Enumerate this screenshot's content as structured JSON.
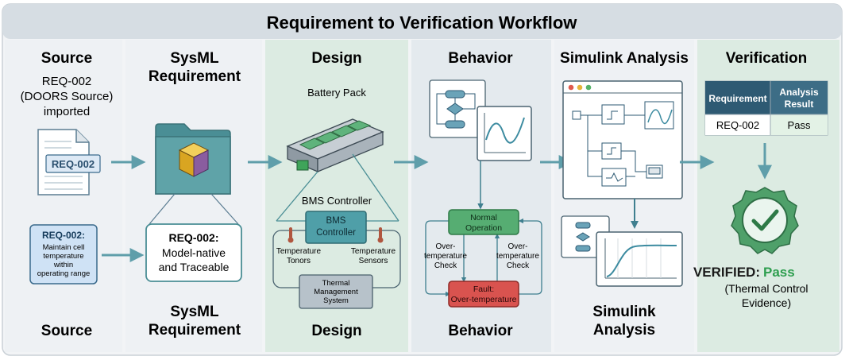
{
  "title": "Requirement to Verification Workflow",
  "columns": {
    "source": {
      "heading": "Source",
      "footer": "Source",
      "doors_lines": [
        "REQ-002",
        "(DOORS Source)",
        "imported"
      ],
      "doc_tag": "REQ-002",
      "req_title": "REQ-002:",
      "req_lines": [
        "Maintain cell",
        "temperature",
        "within",
        "operating range"
      ]
    },
    "sysml": {
      "heading": [
        "SysML",
        "Requirement"
      ],
      "footer": [
        "SysML",
        "Requirement"
      ],
      "box_title": "REQ-002:",
      "box_lines": [
        "Model-native",
        "and Traceable"
      ]
    },
    "design": {
      "heading": "Design",
      "footer": "Design",
      "battery_label": "Battery Pack",
      "bms_label": "BMS Controller",
      "bms_box": [
        "BMS",
        "Controller"
      ],
      "temp_left": [
        "Temperature",
        "Tonors"
      ],
      "temp_right": [
        "Temperature",
        "Sensors"
      ],
      "thermal": [
        "Thermal",
        "Management",
        "System"
      ]
    },
    "behavior": {
      "heading": "Behavior",
      "footer": "Behavior",
      "normal": [
        "Normal",
        "Operation"
      ],
      "check_left": [
        "Over-",
        "temperature",
        "Check"
      ],
      "check_right": [
        "Over-",
        "temperature",
        "Check"
      ],
      "fault": [
        "Fault:",
        "Over-temperature"
      ]
    },
    "simulink": {
      "heading": "Simulink Analysis",
      "footer": [
        "Simulink",
        "Analysis"
      ]
    },
    "verification": {
      "heading": "Verification",
      "table_headers": [
        "Requirement",
        [
          "Analysis",
          "Result"
        ]
      ],
      "table_row": [
        "REQ-002",
        "Pass"
      ],
      "verified_label": "VERIFIED:",
      "verified_value": "Pass",
      "verified_sub": [
        "(Thermal Control",
        "Evidence)"
      ]
    }
  },
  "colors": {
    "header_bg": "#d6dde3",
    "col_light": "#eef1f4",
    "col_mid": "#e4eaee",
    "col_green": "#dcebe2",
    "teal_arrow": "#5f9eaa",
    "navy": "#2e5a73",
    "green_box": "#4fa06a",
    "fault_red": "#d9534f",
    "pass_green": "#2e9e4f"
  }
}
